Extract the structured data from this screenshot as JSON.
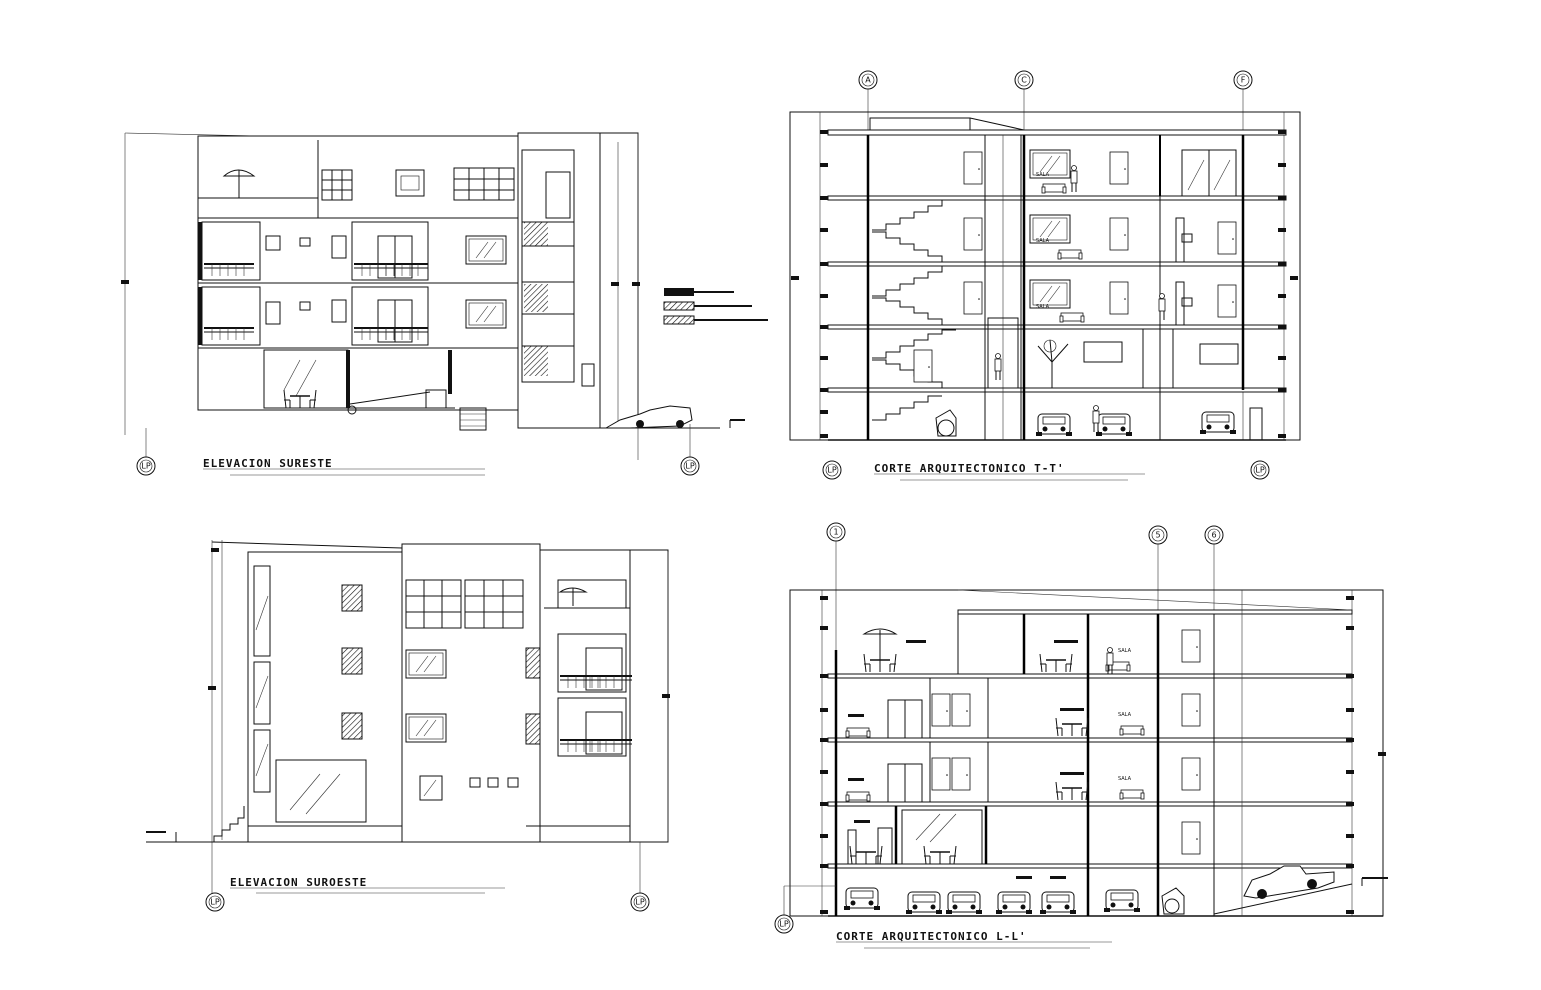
{
  "drawing": {
    "views": [
      {
        "id": "elev-sureste",
        "title": "ELEVACION SURESTE",
        "axis_labels": [
          "LP",
          "LP"
        ]
      },
      {
        "id": "corte-tt",
        "title": "CORTE ARQUITECTONICO T-T'",
        "axis_labels": [
          "A",
          "C",
          "F",
          "LP",
          "LP"
        ]
      },
      {
        "id": "elev-suroeste",
        "title": "ELEVACION SUROESTE",
        "axis_labels": [
          "LP",
          "LP"
        ]
      },
      {
        "id": "corte-ll",
        "title": "CORTE ARQUITECTONICO L-L'",
        "axis_labels": [
          "1",
          "5",
          "6",
          "LP"
        ]
      }
    ],
    "room_label": "SALA"
  }
}
